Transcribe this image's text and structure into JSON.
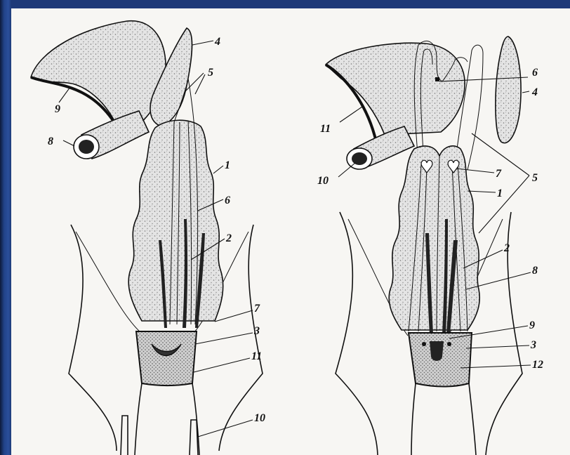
{
  "figure": {
    "left_panel": {
      "labels": [
        "4",
        "5",
        "1",
        "6",
        "2",
        "7",
        "3",
        "11",
        "10",
        "9",
        "8"
      ]
    },
    "right_panel": {
      "labels": [
        "6",
        "4",
        "5",
        "7",
        "1",
        "2",
        "8",
        "9",
        "3",
        "12",
        "11",
        "10"
      ]
    }
  },
  "colors": {
    "frame": "#1e3a78",
    "paper": "#f7f6f3",
    "ink": "#111111",
    "stipple": "#c9c9c9"
  }
}
